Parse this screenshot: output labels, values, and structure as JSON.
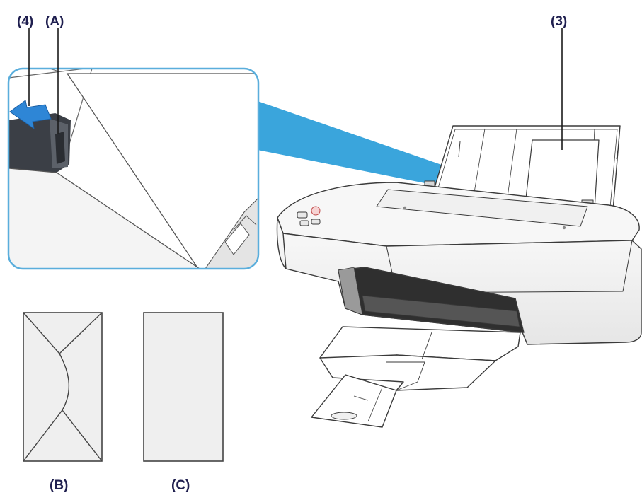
{
  "labels": {
    "guide": "(4)",
    "paper_guide": "(A)",
    "paper_support": "(3)",
    "envelope_back": "(B)",
    "envelope_front": "(C)"
  },
  "colors": {
    "callout_border": "#5aaedc",
    "callout_beam": "#3aa5dc",
    "arrow": "#2e86d6",
    "label": "#1f1f4f",
    "envelope_fill": "#efefef",
    "printer_body": "#f4f4f4",
    "printer_outline": "#3a3a3a"
  }
}
